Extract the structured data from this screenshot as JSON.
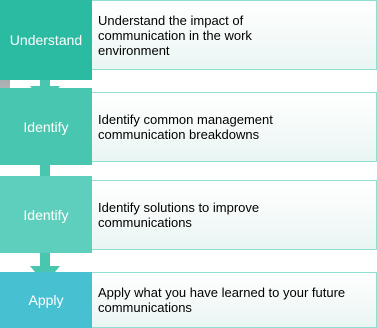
{
  "steps": [
    {
      "label": "Understand",
      "text": "Understand the impact of communication in the work environment",
      "color": "#2bbaa2"
    },
    {
      "label": "Identify",
      "text": "Identify common management communication breakdowns",
      "color": "#49c6b0"
    },
    {
      "label": "Identify",
      "text": "Identify solutions to improve communications",
      "color": "#5fcfbd"
    },
    {
      "label": "Apply",
      "text": "Apply what you have learned to your future communications",
      "color": "#47c1d1"
    }
  ],
  "arrow_color": "#49c6b0"
}
